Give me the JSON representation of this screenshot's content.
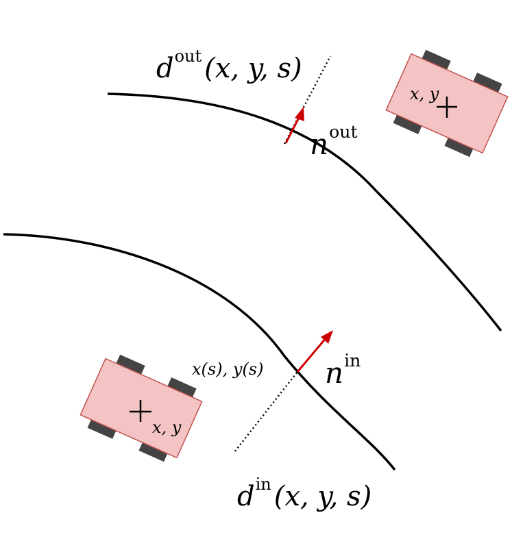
{
  "labels": {
    "d_out": {
      "sym": "d",
      "sup": "out",
      "args": "(x, y, s)"
    },
    "n_out": {
      "sym": "n",
      "sup": "out"
    },
    "n_in": {
      "sym": "n",
      "sup": "in"
    },
    "d_in": {
      "sym": "d",
      "sup": "in",
      "args": "(x, y, s)"
    },
    "point": "x(s), y(s)",
    "car_top_pos": "x, y",
    "car_bottom_pos": "x, y"
  },
  "colors": {
    "track": "#000000",
    "normal_arrow": "#cc0000",
    "car_body": "#f4c4c4",
    "car_border": "#c0504d",
    "wheel": "#444444"
  }
}
